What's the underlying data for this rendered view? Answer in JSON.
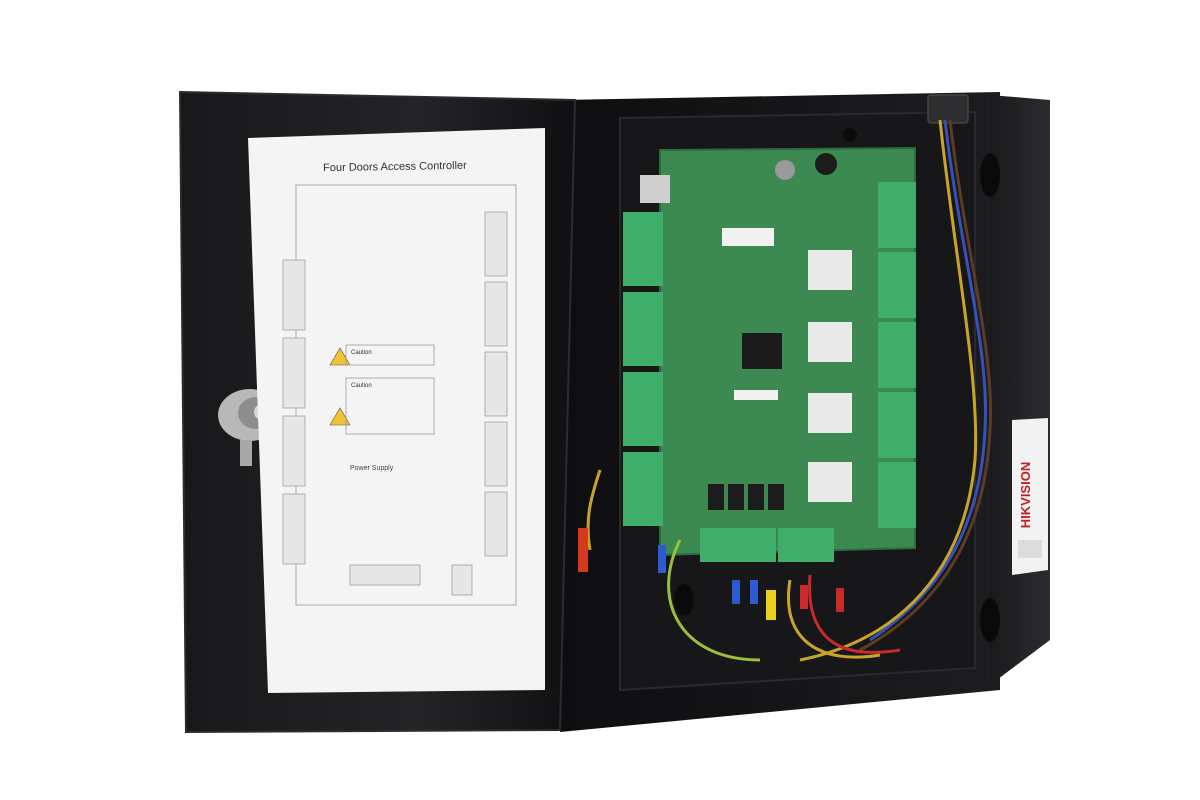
{
  "photo": {
    "subject": "access-controller-enclosure",
    "colors": {
      "enclosure": "#1f1f21",
      "enclosure_edge": "#3a3a3d",
      "interior": "#121214",
      "pcb": "#3c8a52",
      "pcb_dark": "#2c6b3e",
      "terminal": "#3fae6a",
      "label_paper": "#f4f4f4",
      "background": "#ffffff"
    }
  },
  "door_sheet": {
    "title": "Four Doors Access Controller",
    "caution_title": "Caution",
    "power_supply": "Power Supply"
  },
  "side_label": {
    "brand": "HIKVISION"
  }
}
